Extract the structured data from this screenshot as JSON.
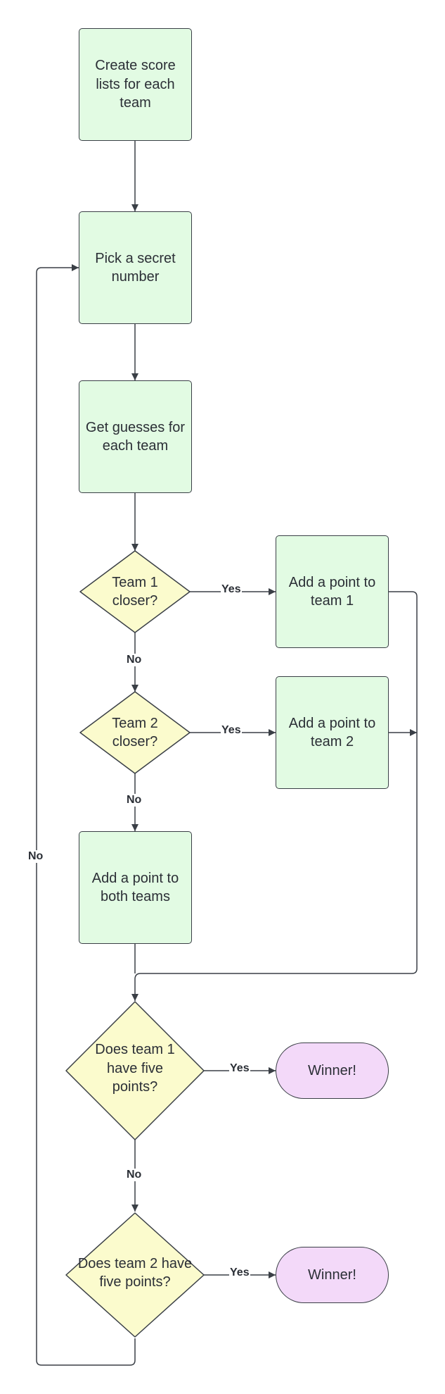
{
  "nodes": {
    "create_lists": "Create score lists for each team",
    "pick_secret": "Pick a secret number",
    "get_guesses": "Get guesses for each team",
    "team1_closer": "Team 1 closer?",
    "add_point_team1": "Add a point to team 1",
    "team2_closer": "Team 2 closer?",
    "add_point_team2": "Add a point to team 2",
    "add_point_both": "Add a point to both teams",
    "team1_five": "Does team 1 have five points?",
    "winner_1": "Winner!",
    "team2_five": "Does team 2 have five points?",
    "winner_2": "Winner!"
  },
  "edge_labels": {
    "team1_yes": "Yes",
    "team1_no": "No",
    "team2_yes": "Yes",
    "team2_no": "No",
    "five1_yes": "Yes",
    "five1_no": "No",
    "five2_yes": "Yes",
    "loop_no": "No"
  },
  "colors": {
    "process_fill": "#e2fbe3",
    "decision_fill": "#fbfbcd",
    "terminal_fill": "#f3d9f9",
    "stroke": "#3a3f46"
  }
}
